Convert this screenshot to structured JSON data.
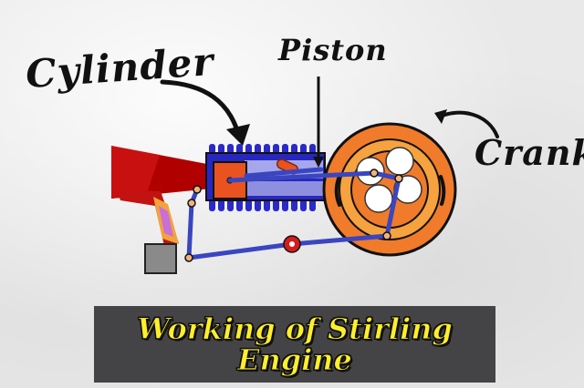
{
  "labels": {
    "cylinder": "Cylinder",
    "piston": "Piston",
    "crank": "Crank"
  },
  "title": {
    "line1": "Working of Stirling",
    "line2": "Engine"
  },
  "colors": {
    "cylinder_fins": "#2727c8",
    "cylinder_body": "#9a9ae8",
    "piston_block": "#e8531f",
    "crank_wheel": "#f07b2a",
    "flame": "#b40000",
    "title_bg": "#444446",
    "title_text": "#ffef2a"
  }
}
